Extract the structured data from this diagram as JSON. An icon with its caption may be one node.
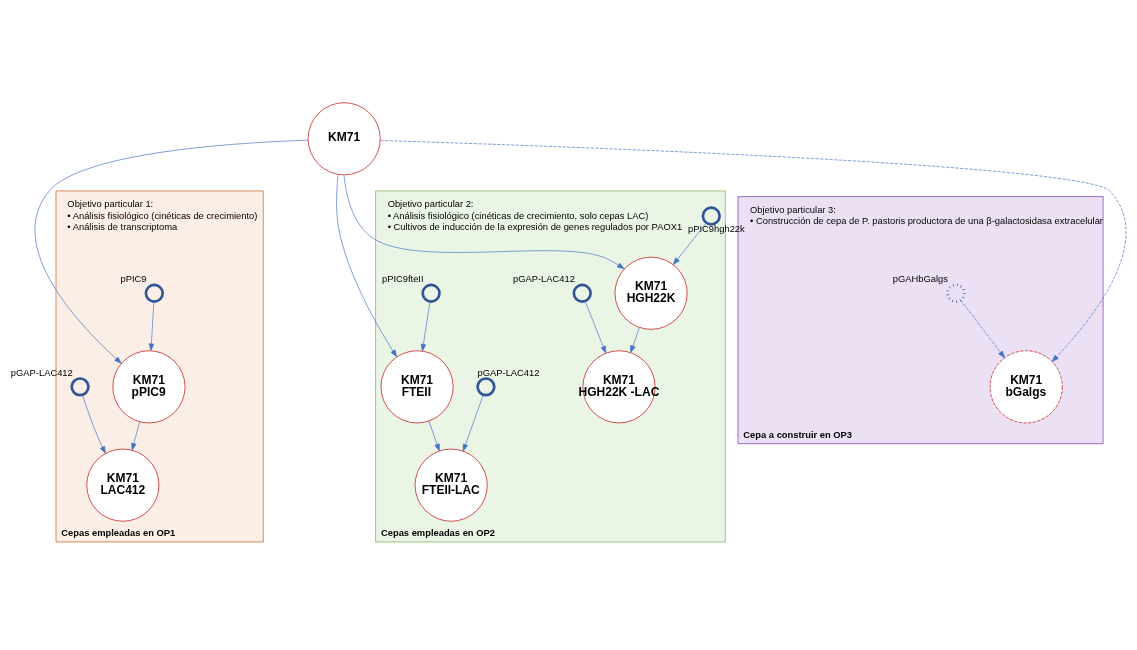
{
  "diagram": {
    "nodes": [
      {
        "text": [
          "Cepas empleadas en OP1"
        ],
        "beside": [
          "Objetivo particular 1:",
          "• Análisis fisiológico (cinéticas de crecimiento)",
          "• Análisis de transcriptoma"
        ]
      },
      {
        "text": [
          "Cepas empleadas en OP2"
        ],
        "beside": [
          "Objetivo particular 2:",
          "• Análisis fisiológico (cinéticas de crecimiento, solo cepas LAC)",
          "• Cultivos de inducción de la expresión de genes regulados por PAOX1"
        ]
      },
      {
        "text": [
          "Cepa a construir en OP3"
        ],
        "beside": [
          "Objetivo particular 3:",
          "• Construcción de cepa de P. pastoris productora de una β-galactosidasa extracelular"
        ]
      },
      {
        "text": [
          "KM71"
        ]
      },
      {
        "text": [],
        "shape": "circle",
        "in": 0,
        "beside": [
          "pPIC9"
        ]
      },
      {
        "text": [
          "KM71",
          "pPIC9"
        ],
        "in": 0
      },
      {
        "text": [],
        "shape": "circle",
        "in": 0,
        "beside": [
          "pGAP-LAC412"
        ]
      },
      {
        "text": [
          "KM71",
          "LAC412"
        ],
        "in": 0
      },
      {
        "text": [],
        "shape": "circle",
        "in": 1,
        "beside": [
          "pPIC9fteII"
        ]
      },
      {
        "text": [
          "KM71",
          "FTEII"
        ],
        "in": 1
      },
      {
        "text": [],
        "shape": "circle",
        "in": 1,
        "beside": [
          "pGAP-LAC412"
        ]
      },
      {
        "text": [
          "KM71",
          "FTEII-LAC"
        ],
        "in": 1
      },
      {
        "text": [],
        "shape": "circle",
        "in": 1,
        "beside": [
          "pPIC9hgh22k"
        ]
      },
      {
        "text": [
          "KM71",
          "HGH22K"
        ],
        "in": 1
      },
      {
        "text": [],
        "shape": "circle",
        "in": 1,
        "beside": [
          "pGAP-LAC412"
        ]
      },
      {
        "text": [
          "KM71",
          "HGH22K -LAC"
        ],
        "in": 1
      },
      {
        "text": [],
        "shape": "circle",
        "in": 2,
        "beside": [
          "pGAHbGalgs"
        ]
      },
      {
        "text": [
          "KM71",
          "bGalgs"
        ],
        "in": 2
      }
    ],
    "edges": [
      {
        "from": 3,
        "to": 5,
        "arrow": "to"
      },
      {
        "from": 4,
        "to": 5,
        "arrow": "to"
      },
      {
        "from": 3,
        "to": 9,
        "arrow": "to"
      },
      {
        "from": 8,
        "to": 9,
        "arrow": "to"
      },
      {
        "from": 3,
        "to": 13,
        "arrow": "to"
      },
      {
        "from": 12,
        "to": 13,
        "arrow": "to"
      },
      {
        "from": 5,
        "to": 7,
        "arrow": "to"
      },
      {
        "from": 6,
        "to": 7,
        "arrow": "to"
      },
      {
        "from": 9,
        "to": 11,
        "arrow": "to"
      },
      {
        "from": 10,
        "to": 11,
        "arrow": "to"
      },
      {
        "from": 13,
        "to": 15,
        "arrow": "to"
      },
      {
        "from": 14,
        "to": 15,
        "arrow": "to"
      },
      {
        "from": 3,
        "to": 17,
        "arrow": "to",
        "style": "dashed"
      },
      {
        "from": 16,
        "to": 17,
        "arrow": "to",
        "style": "dashed"
      }
    ]
  }
}
